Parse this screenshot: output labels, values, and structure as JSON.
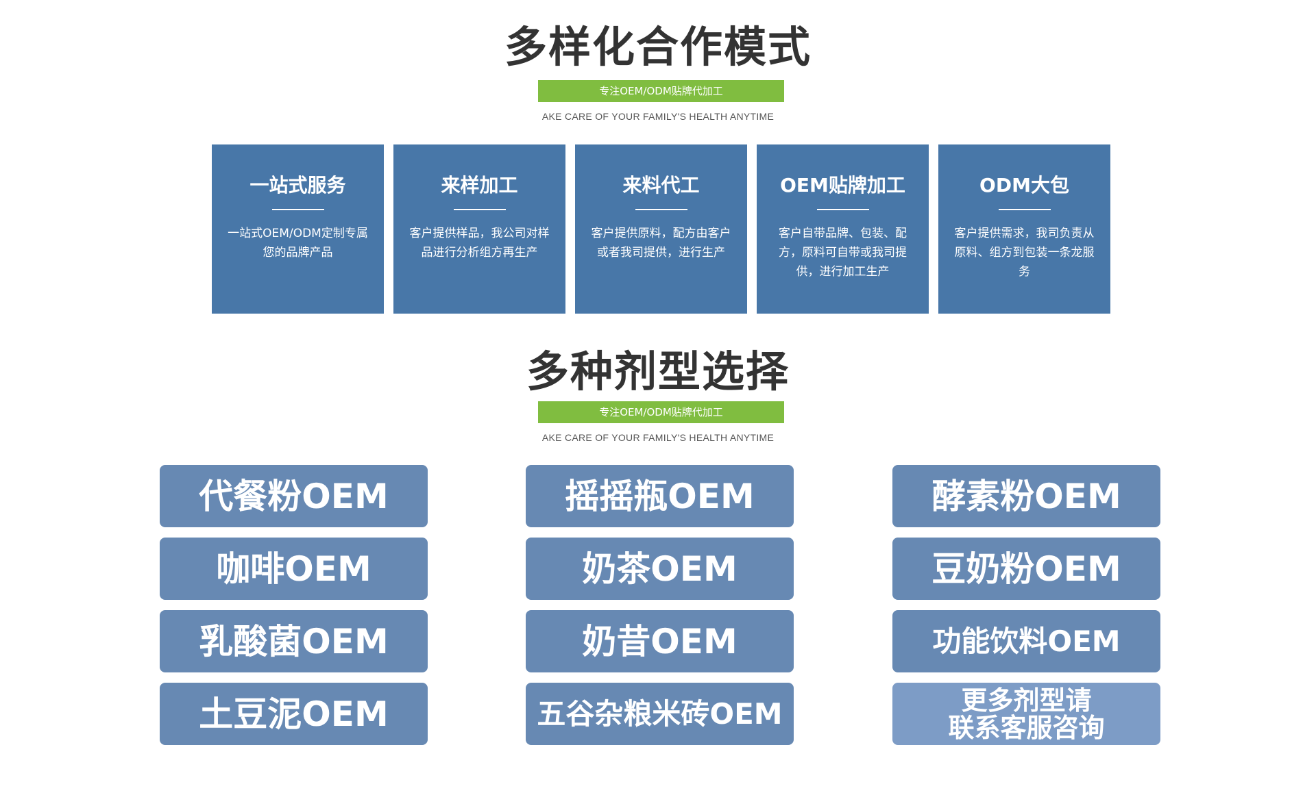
{
  "section1": {
    "title": "多样化合作模式",
    "badge": "专注OEM/ODM贴牌代加工",
    "subline": "AKE CARE OF YOUR FAMILY'S HEALTH ANYTIME"
  },
  "cards": [
    {
      "title": "一站式服务",
      "desc": "一站式OEM/ODM定制专属您的品牌产品"
    },
    {
      "title": "来样加工",
      "desc": "客户提供样品，我公司对样品进行分析组方再生产"
    },
    {
      "title": "来料代工",
      "desc": "客户提供原料，配方由客户或者我司提供，进行生产"
    },
    {
      "title": "OEM贴牌加工",
      "desc": "客户自带品牌、包装、配方，原料可自带或我司提供，进行加工生产"
    },
    {
      "title": "ODM大包",
      "desc": "客户提供需求，我司负责从原料、组方到包装一条龙服务"
    }
  ],
  "section2": {
    "title": "多种剂型选择",
    "badge": "专注OEM/ODM贴牌代加工",
    "subline": "AKE CARE OF YOUR FAMILY'S HEALTH ANYTIME"
  },
  "formulations": {
    "col1": [
      "代餐粉OEM",
      "咖啡OEM",
      "乳酸菌OEM",
      "土豆泥OEM"
    ],
    "col2": [
      "摇摇瓶OEM",
      "奶茶OEM",
      "奶昔OEM",
      "五谷杂粮米砖OEM"
    ],
    "col3": [
      "酵素粉OEM",
      "豆奶粉OEM",
      "功能饮料OEM"
    ],
    "more_line1": "更多剂型请",
    "more_line2": "联系客服咨询"
  }
}
